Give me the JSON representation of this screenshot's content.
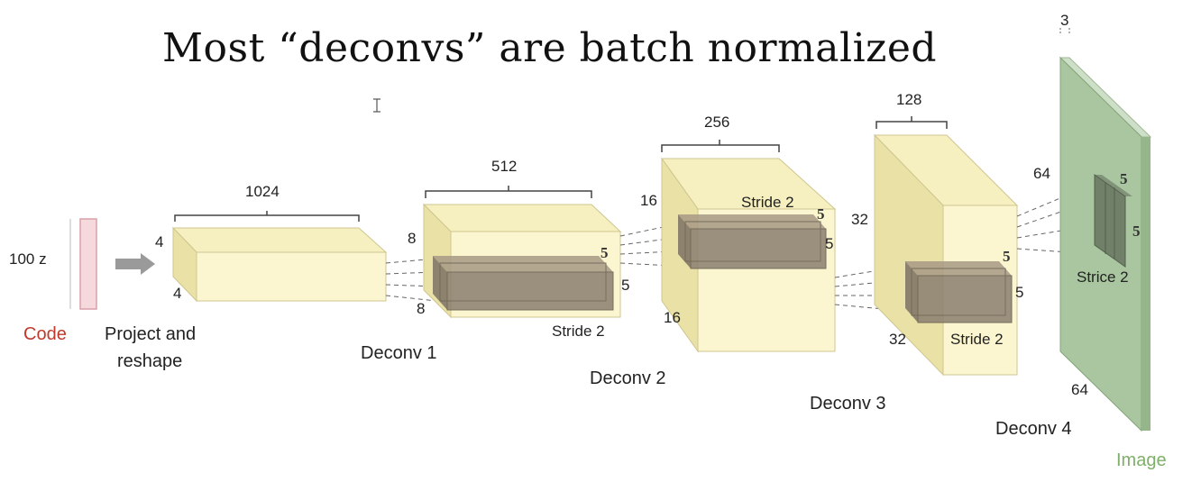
{
  "title": "Most “deconvs” are batch normalized",
  "code": {
    "dim": "100 z",
    "label": "Code"
  },
  "project": {
    "line1": "Project and",
    "line2": "reshape",
    "width": "1024",
    "h": "4",
    "d": "4"
  },
  "deconv1": {
    "label": "Deconv 1",
    "width": "512",
    "h": "8",
    "d": "8",
    "kernel_a": "5",
    "kernel_b": "5",
    "stride": "Stride 2"
  },
  "deconv2": {
    "label": "Deconv 2",
    "width": "256",
    "h": "16",
    "d": "16",
    "kernel_a": "5",
    "kernel_b": "5",
    "stride": "Stride 2"
  },
  "deconv3": {
    "label": "Deconv 3",
    "width": "128",
    "h": "32",
    "d": "32",
    "kernel_a": "5",
    "kernel_b": "5",
    "stride": "Stride 2"
  },
  "deconv4": {
    "label": "Deconv 4",
    "width": "3",
    "h": "64",
    "d": "64",
    "kernel_a": "5",
    "kernel_b": "5",
    "stride": "Strice 2"
  },
  "image": {
    "label": "Image"
  },
  "colors": {
    "block": "#fbf6cf",
    "block_side": "#e9e1a6",
    "kernel": "#8b7f70",
    "image": "#a9c6a0",
    "code": "#f6d9dc"
  }
}
